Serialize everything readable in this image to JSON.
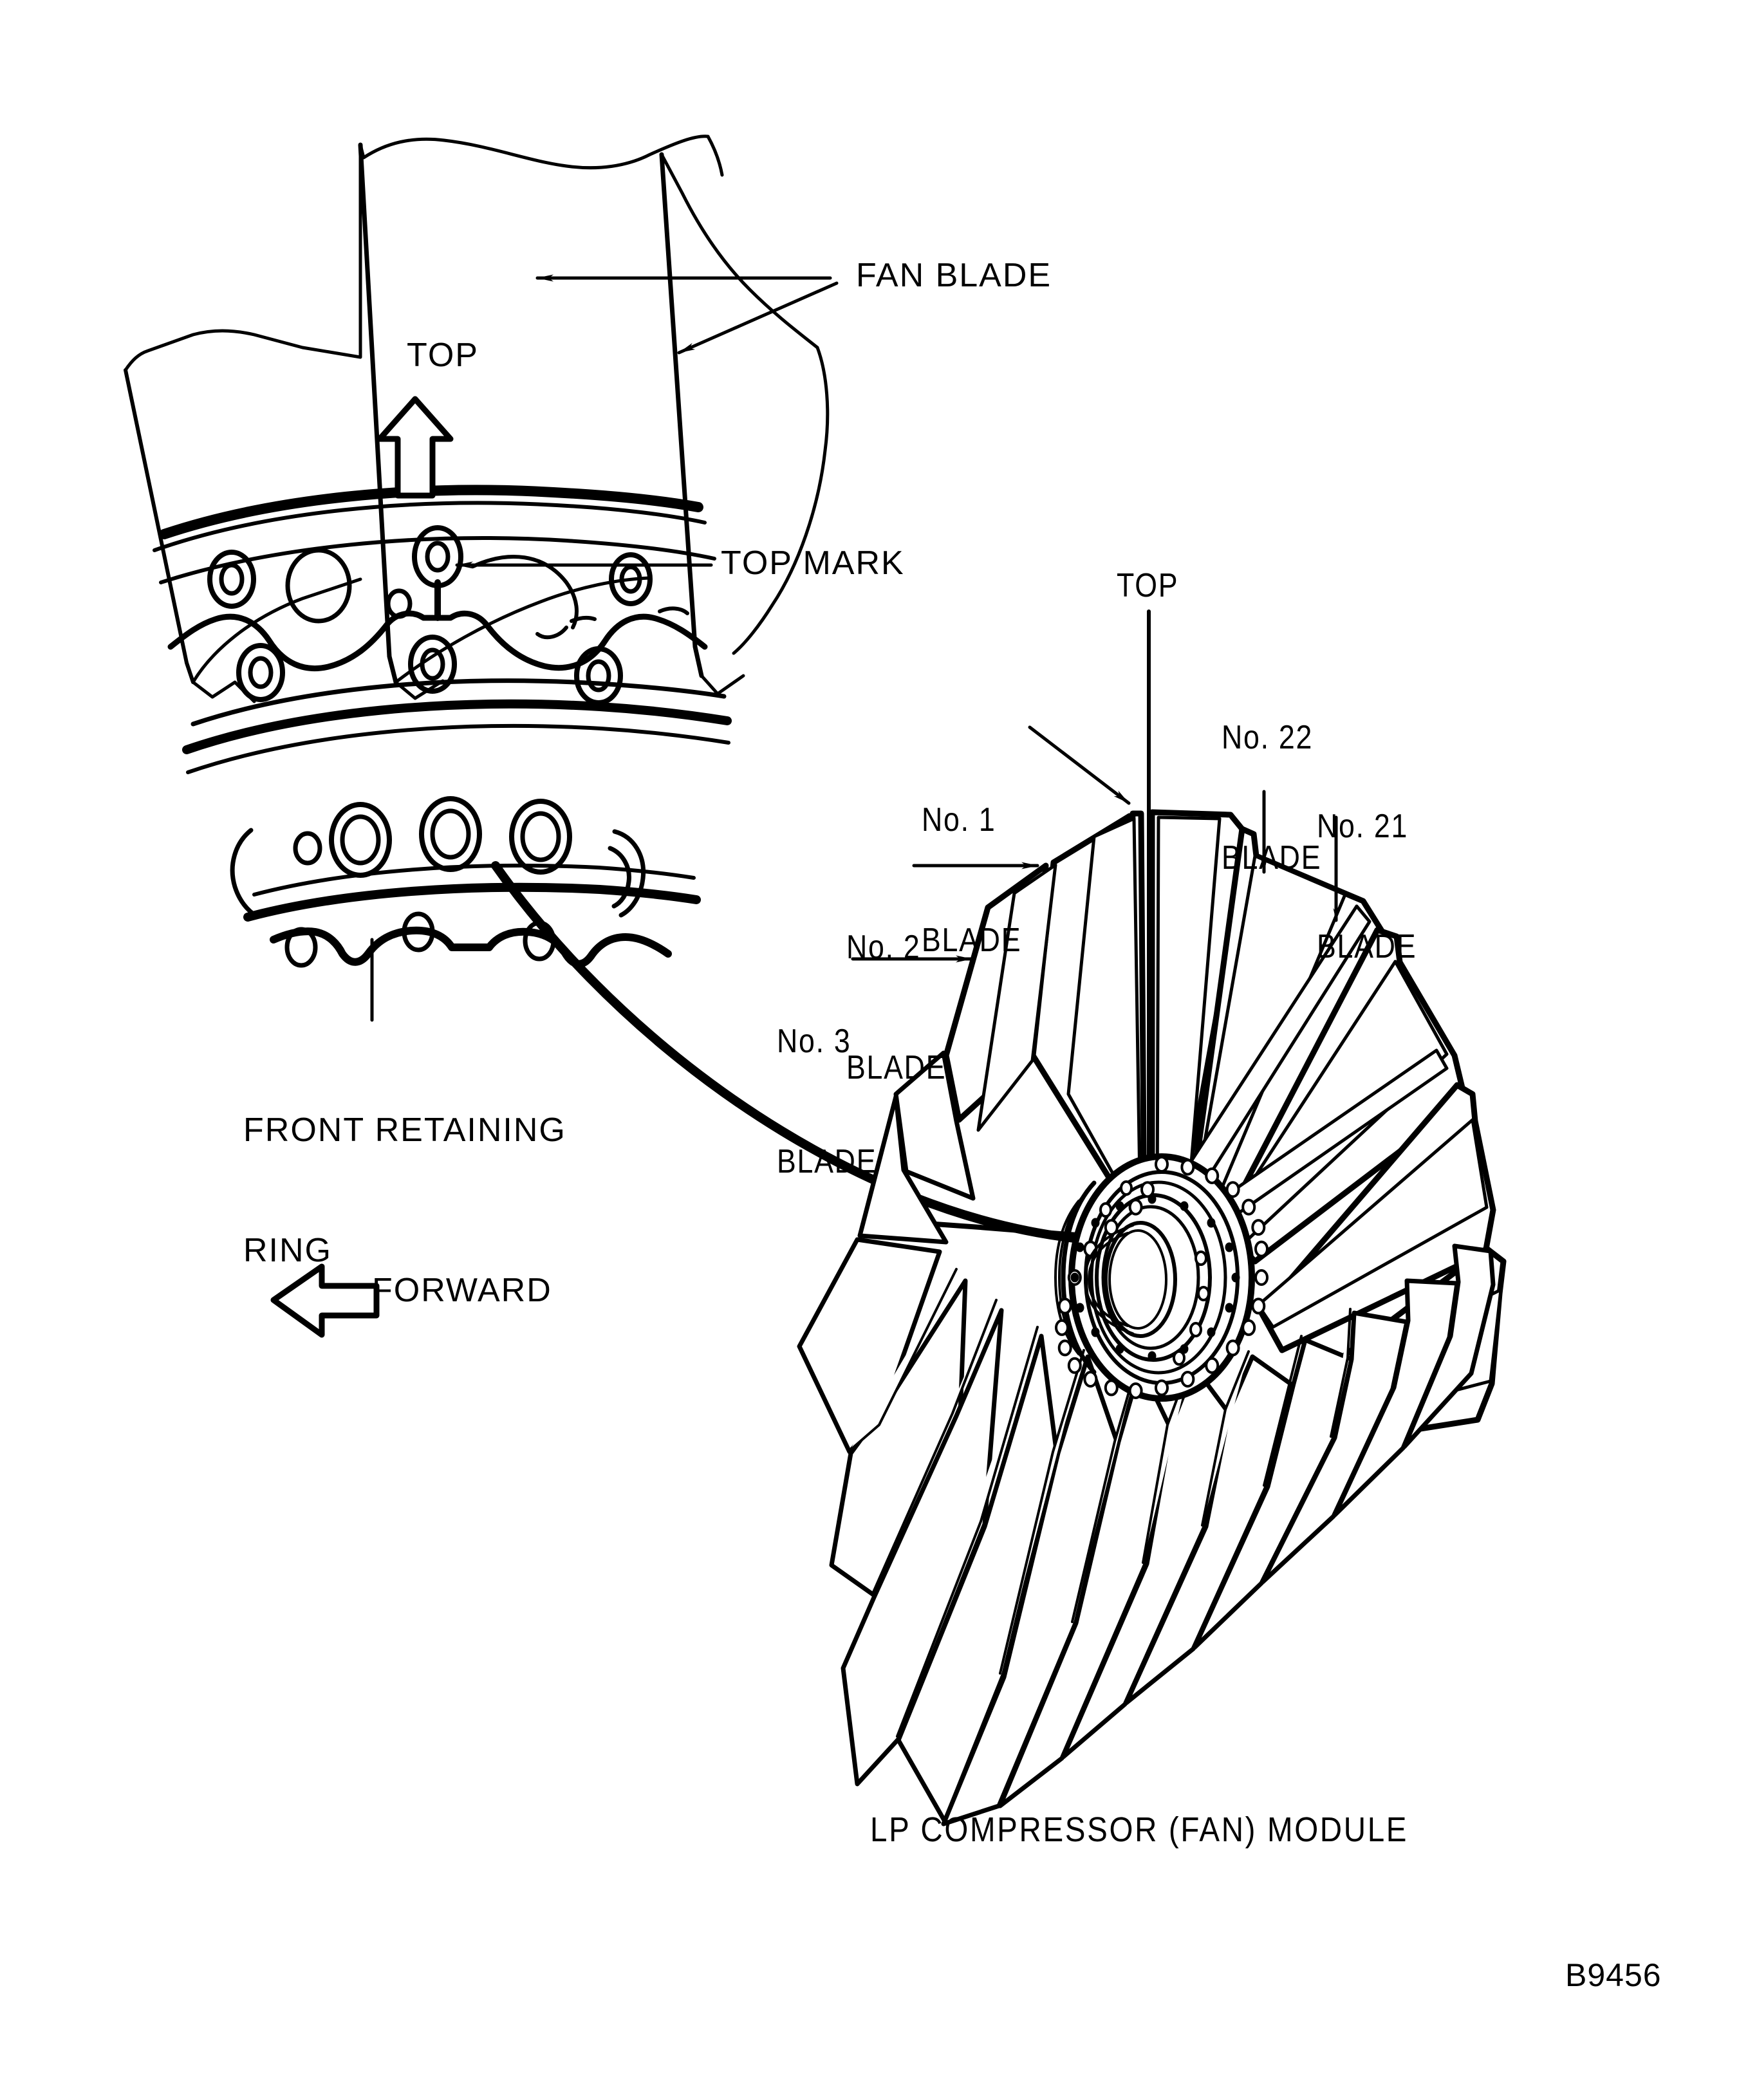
{
  "figure": {
    "caption": "LP COMPRESSOR (FAN) MODULE",
    "figure_id": "B9456"
  },
  "detail_view": {
    "name": "fan blade and front retaining ring detail",
    "labels": {
      "fan_blade": "FAN BLADE",
      "top_arrow": "TOP",
      "top_mark": "TOP MARK",
      "front_retaining_ring_line1": "FRONT RETAINING",
      "front_retaining_ring_line2": "RING",
      "forward": "FORWARD"
    }
  },
  "fan_module_view": {
    "name": "LP compressor fan module front view",
    "labels": {
      "top": "TOP",
      "blade_1_line1": "No. 1",
      "blade_1_line2": "BLADE",
      "blade_2_line1": "No. 2",
      "blade_2_line2": "BLADE",
      "blade_3_line1": "No. 3",
      "blade_3_line2": "BLADE",
      "blade_21_line1": "No. 21",
      "blade_21_line2": "BLADE",
      "blade_22_line1": "No. 22",
      "blade_22_line2": "BLADE"
    },
    "blade_count": 22
  },
  "colors": {
    "ink": "#000000",
    "paper": "#ffffff"
  }
}
